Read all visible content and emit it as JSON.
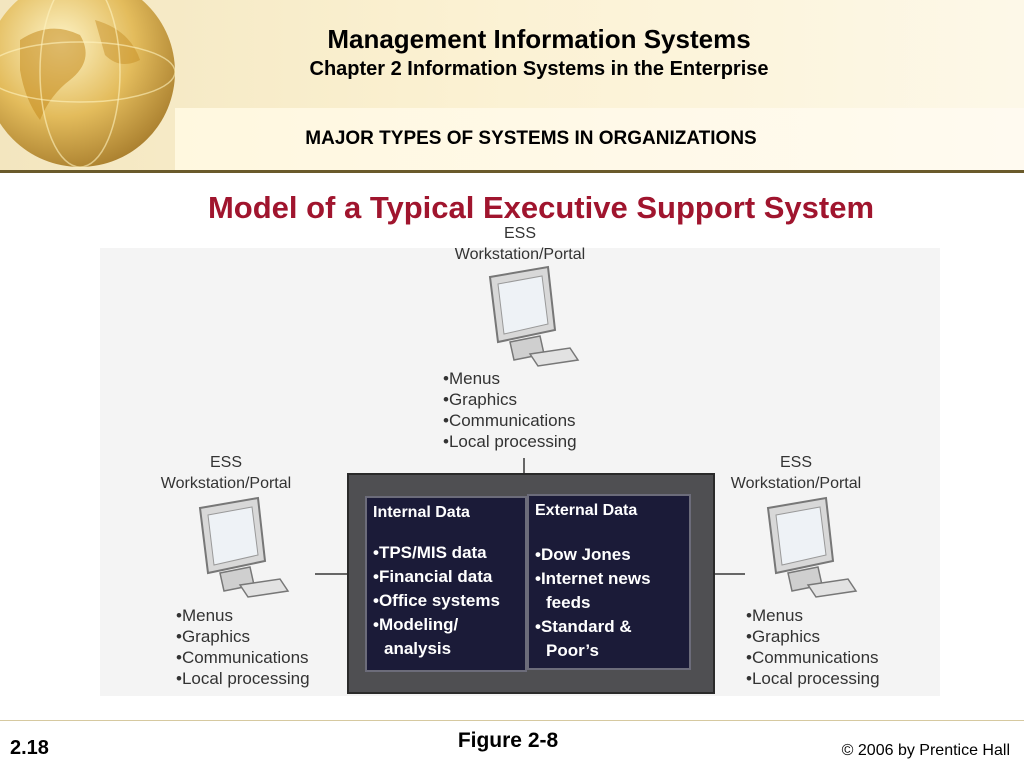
{
  "header": {
    "title": "Management Information Systems",
    "subtitle": "Chapter 2 Information Systems in the Enterprise",
    "section": "MAJOR TYPES OF SYSTEMS IN ORGANIZATIONS"
  },
  "slide_title": "Model of a Typical Executive Support System",
  "workstations": {
    "top": {
      "label_line1": "ESS",
      "label_line2": "Workstation/Portal",
      "features": [
        "Menus",
        "Graphics",
        "Communications",
        "Local processing"
      ]
    },
    "left": {
      "label_line1": "ESS",
      "label_line2": "Workstation/Portal",
      "features": [
        "Menus",
        "Graphics",
        "Communications",
        "Local processing"
      ]
    },
    "right": {
      "label_line1": "ESS",
      "label_line2": "Workstation/Portal",
      "features": [
        "Menus",
        "Graphics",
        "Communications",
        "Local processing"
      ]
    }
  },
  "data_box": {
    "internal": {
      "heading": "Internal Data",
      "items": [
        "TPS/MIS data",
        "Financial data",
        "Office systems",
        "Modeling/ analysis"
      ]
    },
    "external": {
      "heading": "External Data",
      "items": [
        "Dow Jones",
        "Internet news feeds",
        "Standard & Poor’s"
      ]
    }
  },
  "figure_label": "Figure 2-8",
  "footer": {
    "page": "2.18",
    "copyright": "© 2006 by Prentice Hall"
  },
  "colors": {
    "title_red": "#a0152e",
    "panel_navy": "#1b1b38",
    "header_tan": "#f3e6bf"
  }
}
